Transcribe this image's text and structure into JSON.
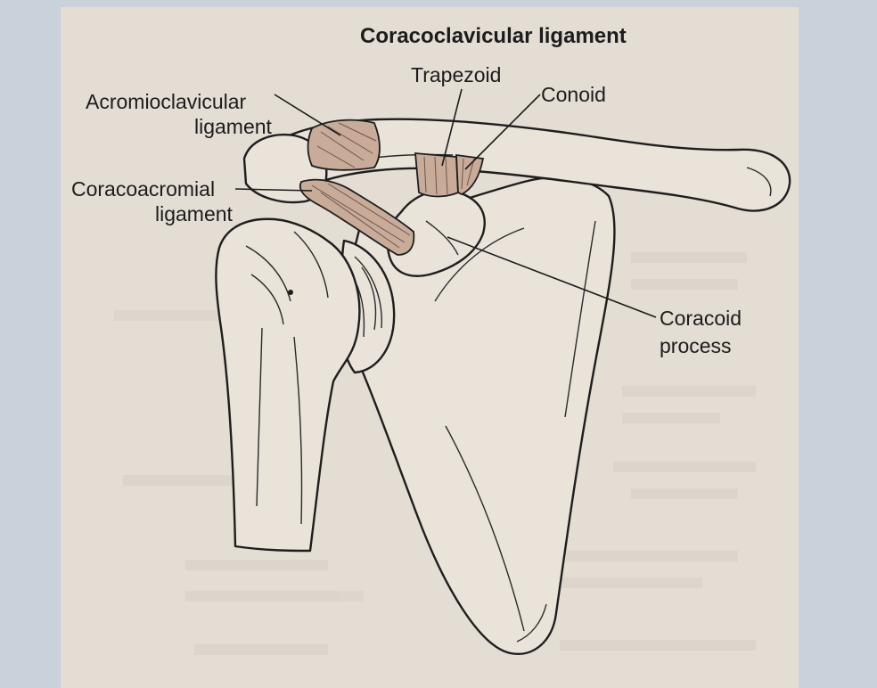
{
  "diagram": {
    "title": "Coracoclavicular ligament",
    "labels": {
      "trapezoid": "Trapezoid",
      "conoid": "Conoid",
      "acromioclavicular_line1": "Acromioclavicular",
      "acromioclavicular_line2": "ligament",
      "coracoacromial_line1": "Coracoacromial",
      "coracoacromial_line2": "ligament",
      "coracoid_line1": "Coracoid",
      "coracoid_line2": "process"
    },
    "colors": {
      "background": "#c9d2da",
      "paper": "#e4ddd4",
      "ligament": "#c9ab9a",
      "ink": "#1e1e1e"
    }
  }
}
